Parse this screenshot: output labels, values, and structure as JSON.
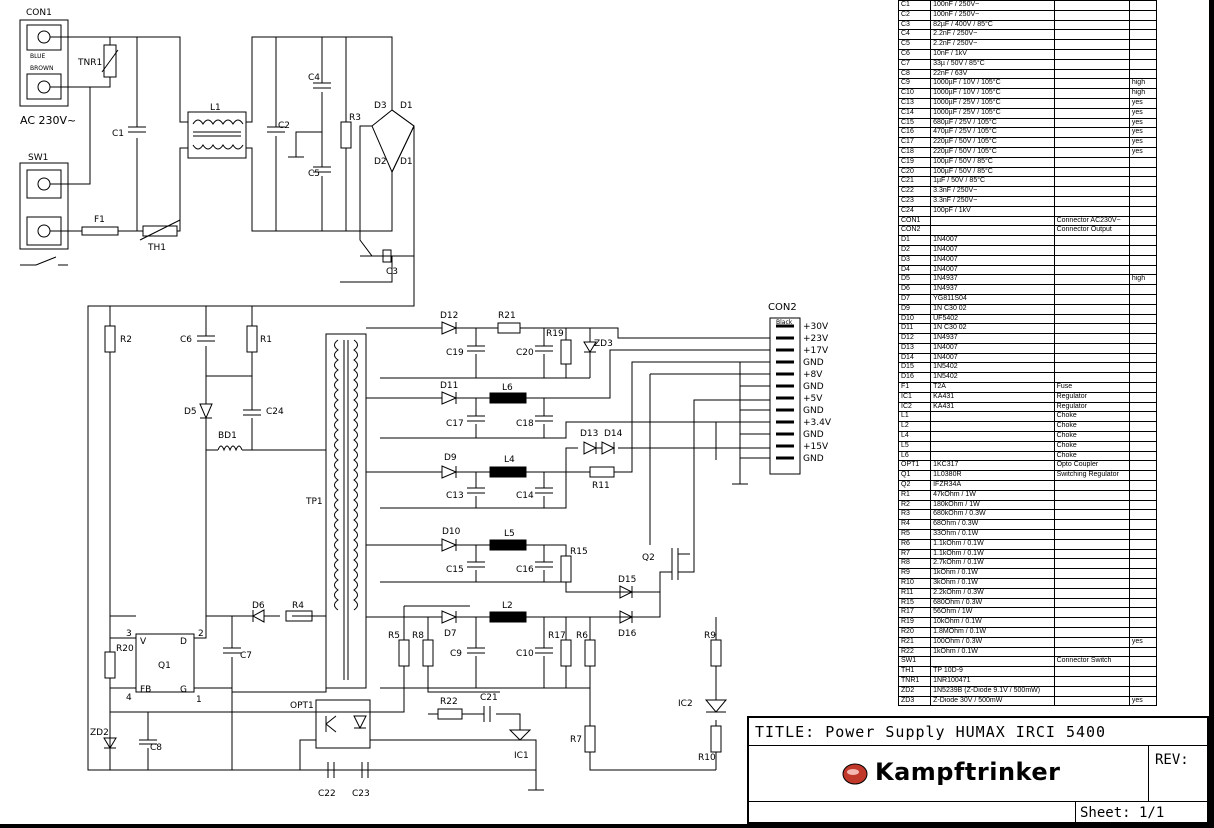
{
  "schematic": {
    "connector_in": {
      "name": "CON1",
      "wire1": "BLUE",
      "wire2": "BROWN",
      "voltage": "AC 230V~"
    },
    "switch": {
      "name": "SW1"
    },
    "components_input": {
      "tnr1": "TNR1",
      "c1": "C1",
      "l1": "L1",
      "f1": "F1",
      "th1": "TH1",
      "c2": "C2",
      "c4": "C4",
      "c5": "C5",
      "r3": "R3",
      "d3": "D3",
      "d1a": "D1",
      "d2": "D2",
      "d1b": "D1",
      "c3": "C3"
    },
    "components_primary": {
      "r2": "R2",
      "c6": "C6",
      "r1": "R1",
      "d5": "D5",
      "c24": "C24",
      "bd1": "BD1",
      "tp1": "TP1",
      "d6": "D6",
      "r4": "R4",
      "r20": "R20",
      "q1": "Q1",
      "q1_v": "V",
      "q1_d": "D",
      "q1_fb": "FB",
      "q1_g": "G",
      "q1_p1": "1",
      "q1_p2": "2",
      "q1_p3": "3",
      "q1_p4": "4",
      "c7": "C7",
      "zd2": "ZD2",
      "c8": "C8",
      "opt1": "OPT1",
      "c22": "C22",
      "c23": "C23"
    },
    "components_secondary": {
      "d12": "D12",
      "r21": "R21",
      "r19": "R19",
      "zd3": "ZD3",
      "c19": "C19",
      "c20": "C20",
      "d11": "D11",
      "l6": "L6",
      "c17": "C17",
      "c18": "C18",
      "d13": "D13",
      "d14": "D14",
      "r11": "R11",
      "d9": "D9",
      "l4": "L4",
      "c13": "C13",
      "c14": "C14",
      "d10": "D10",
      "l5": "L5",
      "r15": "R15",
      "c15": "C15",
      "c16": "C16",
      "q2": "Q2",
      "d15": "D15",
      "d16": "D16",
      "d7": "D7",
      "l2": "L2",
      "c9": "C9",
      "c10": "C10",
      "r17": "R17",
      "r5": "R5",
      "r8": "R8",
      "r6": "R6",
      "r9": "R9",
      "r22": "R22",
      "c21": "C21",
      "ic1": "IC1",
      "ic2": "IC2",
      "r7": "R7",
      "r10": "R10"
    },
    "connector_out": {
      "name": "CON2",
      "first_pin_label": "Black",
      "pins": [
        "+30V",
        "+23V",
        "+17V",
        "GND",
        "+8V",
        "GND",
        "+5V",
        "GND",
        "+3.4V",
        "GND",
        "+15V",
        "GND"
      ]
    }
  },
  "bom": [
    [
      "C1",
      "100nF / 250V~",
      "",
      ""
    ],
    [
      "C2",
      "100nF / 250V~",
      "",
      ""
    ],
    [
      "C3",
      "82µF / 400V / 85°C",
      "",
      ""
    ],
    [
      "C4",
      "2.2nF / 250V~",
      "",
      ""
    ],
    [
      "C5",
      "2.2nF / 250V~",
      "",
      ""
    ],
    [
      "C6",
      "10nF / 1kV",
      "",
      ""
    ],
    [
      "C7",
      "33µ / 50V / 85°C",
      "",
      ""
    ],
    [
      "C8",
      "22nF / 63V",
      "",
      ""
    ],
    [
      "C9",
      "1000µF / 10V / 105°C",
      "",
      "high"
    ],
    [
      "C10",
      "1000µF / 10V / 105°C",
      "",
      "high"
    ],
    [
      "C13",
      "1000µF / 25V / 105°C",
      "",
      "yes"
    ],
    [
      "C14",
      "1000µF / 25V / 105°C",
      "",
      "yes"
    ],
    [
      "C15",
      "680µF / 25V / 105°C",
      "",
      "yes"
    ],
    [
      "C16",
      "470µF / 25V / 105°C",
      "",
      "yes"
    ],
    [
      "C17",
      "220µF / 50V / 105°C",
      "",
      "yes"
    ],
    [
      "C18",
      "220µF / 50V / 105°C",
      "",
      "yes"
    ],
    [
      "C19",
      "100µF / 50V / 85°C",
      "",
      ""
    ],
    [
      "C20",
      "100µF / 50V / 85°C",
      "",
      ""
    ],
    [
      "C21",
      "1µF / 50V / 85°C",
      "",
      ""
    ],
    [
      "C22",
      "3.3nF / 250V~",
      "",
      ""
    ],
    [
      "C23",
      "3.3nF / 250V~",
      "",
      ""
    ],
    [
      "C24",
      "100pF / 1kV",
      "",
      ""
    ],
    [
      "CON1",
      "",
      "Connector AC230V~",
      ""
    ],
    [
      "CON2",
      "",
      "Connector Output",
      ""
    ],
    [
      "D1",
      "1N4007",
      "",
      ""
    ],
    [
      "D2",
      "1N4007",
      "",
      ""
    ],
    [
      "D3",
      "1N4007",
      "",
      ""
    ],
    [
      "D4",
      "1N4007",
      "",
      ""
    ],
    [
      "D5",
      "1N4937",
      "",
      "high"
    ],
    [
      "D6",
      "1N4937",
      "",
      ""
    ],
    [
      "D7",
      "YG811S04",
      "",
      ""
    ],
    [
      "D9",
      "1N C30 02",
      "",
      ""
    ],
    [
      "D10",
      "UF5402",
      "",
      ""
    ],
    [
      "D11",
      "1N C30 02",
      "",
      ""
    ],
    [
      "D12",
      "1N4937",
      "",
      ""
    ],
    [
      "D13",
      "1N4007",
      "",
      ""
    ],
    [
      "D14",
      "1N4007",
      "",
      ""
    ],
    [
      "D15",
      "1N5402",
      "",
      ""
    ],
    [
      "D16",
      "1N5402",
      "",
      ""
    ],
    [
      "F1",
      "T2A",
      "Fuse",
      ""
    ],
    [
      "IC1",
      "KA431",
      "Regulator",
      ""
    ],
    [
      "IC2",
      "KA431",
      "Regulator",
      ""
    ],
    [
      "L1",
      "",
      "Choke",
      ""
    ],
    [
      "L2",
      "",
      "Choke",
      ""
    ],
    [
      "L4",
      "",
      "Choke",
      ""
    ],
    [
      "L5",
      "",
      "Choke",
      ""
    ],
    [
      "L6",
      "",
      "Choke",
      ""
    ],
    [
      "OPT1",
      "1KC317",
      "Opto Coupler",
      ""
    ],
    [
      "Q1",
      "1L0380R",
      "Switching Regulator",
      ""
    ],
    [
      "Q2",
      "IFZR34A",
      "",
      ""
    ],
    [
      "R1",
      "47kOhm / 1W",
      "",
      ""
    ],
    [
      "R2",
      "180kOhm / 1W",
      "",
      ""
    ],
    [
      "R3",
      "680kOhm / 0.3W",
      "",
      ""
    ],
    [
      "R4",
      "68Ohm / 0.3W",
      "",
      ""
    ],
    [
      "R5",
      "33Ohm / 0.1W",
      "",
      ""
    ],
    [
      "R6",
      "1.1kOhm / 0.1W",
      "",
      ""
    ],
    [
      "R7",
      "1.1kOhm / 0.1W",
      "",
      ""
    ],
    [
      "R8",
      "2.7kOhm / 0.1W",
      "",
      ""
    ],
    [
      "R9",
      "1kOhm / 0.1W",
      "",
      ""
    ],
    [
      "R10",
      "3kOhm / 0.1W",
      "",
      ""
    ],
    [
      "R11",
      "2.2kOhm / 0.3W",
      "",
      ""
    ],
    [
      "R15",
      "680Ohm / 0.3W",
      "",
      ""
    ],
    [
      "R17",
      "56Ohm / 1W",
      "",
      ""
    ],
    [
      "R19",
      "10kOhm / 0.1W",
      "",
      ""
    ],
    [
      "R20",
      "1.8MOhm / 0.1W",
      "",
      ""
    ],
    [
      "R21",
      "100Ohm / 0.3W",
      "",
      "yes"
    ],
    [
      "R22",
      "1kOhm / 0.1W",
      "",
      ""
    ],
    [
      "SW1",
      "",
      "Connector Switch",
      ""
    ],
    [
      "TH1",
      "TP 10D-9",
      "",
      ""
    ],
    [
      "TNR1",
      "1NR100471",
      "",
      ""
    ],
    [
      "ZD2",
      "1N5239B (Z-Diode 9.1V / 500mW)",
      "",
      ""
    ],
    [
      "ZD3",
      "Z-Diode 30V / 500mW",
      "",
      "yes"
    ]
  ],
  "title_block": {
    "title": "TITLE:  Power Supply HUMAX IRCI 5400",
    "brand": "Kampftrinker",
    "rev_label": "REV:",
    "sheet": "Sheet: 1/1"
  },
  "colors": {
    "ink": "#000000",
    "logo_red": "#c0392b",
    "background": "#ffffff"
  }
}
